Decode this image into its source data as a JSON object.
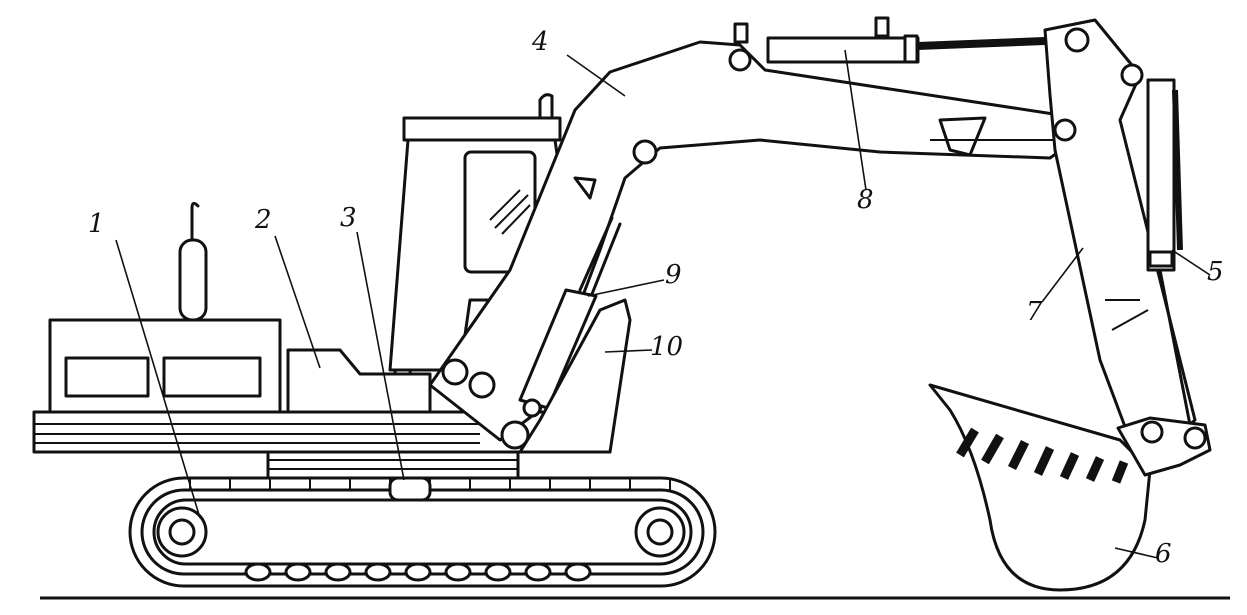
{
  "diagram": {
    "labels": [
      {
        "id": "1",
        "text": "1"
      },
      {
        "id": "2",
        "text": "2"
      },
      {
        "id": "3",
        "text": "3"
      },
      {
        "id": "4",
        "text": "4"
      },
      {
        "id": "5",
        "text": "5"
      },
      {
        "id": "6",
        "text": "6"
      },
      {
        "id": "7",
        "text": "7"
      },
      {
        "id": "8",
        "text": "8"
      },
      {
        "id": "9",
        "text": "9"
      },
      {
        "id": "10",
        "text": "10"
      }
    ],
    "colors": {
      "ink": "#111111",
      "paper": "#ffffff"
    }
  }
}
